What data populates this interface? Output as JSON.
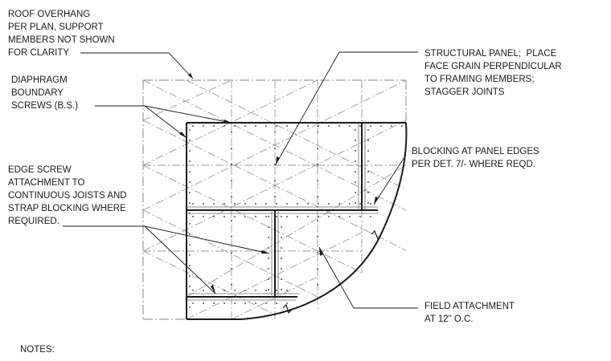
{
  "annotations": {
    "roof_overhang": "ROOF OVERHANG\nPER PLAN, SUPPORT\nMEMBERS NOT SHOWN\nFOR CLARITY",
    "diaphragm_boundary": "DIAPHRAGM\nBOUNDARY\nSCREWS (B.S.)",
    "edge_screw": "EDGE SCREW\nATTACHMENT TO\nCONTINUOUS JOISTS AND\nSTRAP BLOCKING WHERE\nREQUIRED.",
    "structural_panel": "STRUCTURAL PANEL;  PLACE\nFACE GRAIN PERPENDICULAR\nTO FRAMING MEMBERS;\nSTAGGER JOINTS",
    "blocking": "BLOCKING AT PANEL EDGES\nPER DET. 7/- WHERE REQD.",
    "field_attachment": "FIELD ATTACHMENT\nAT 12\" O.C."
  },
  "notes_title": "NOTES:"
}
